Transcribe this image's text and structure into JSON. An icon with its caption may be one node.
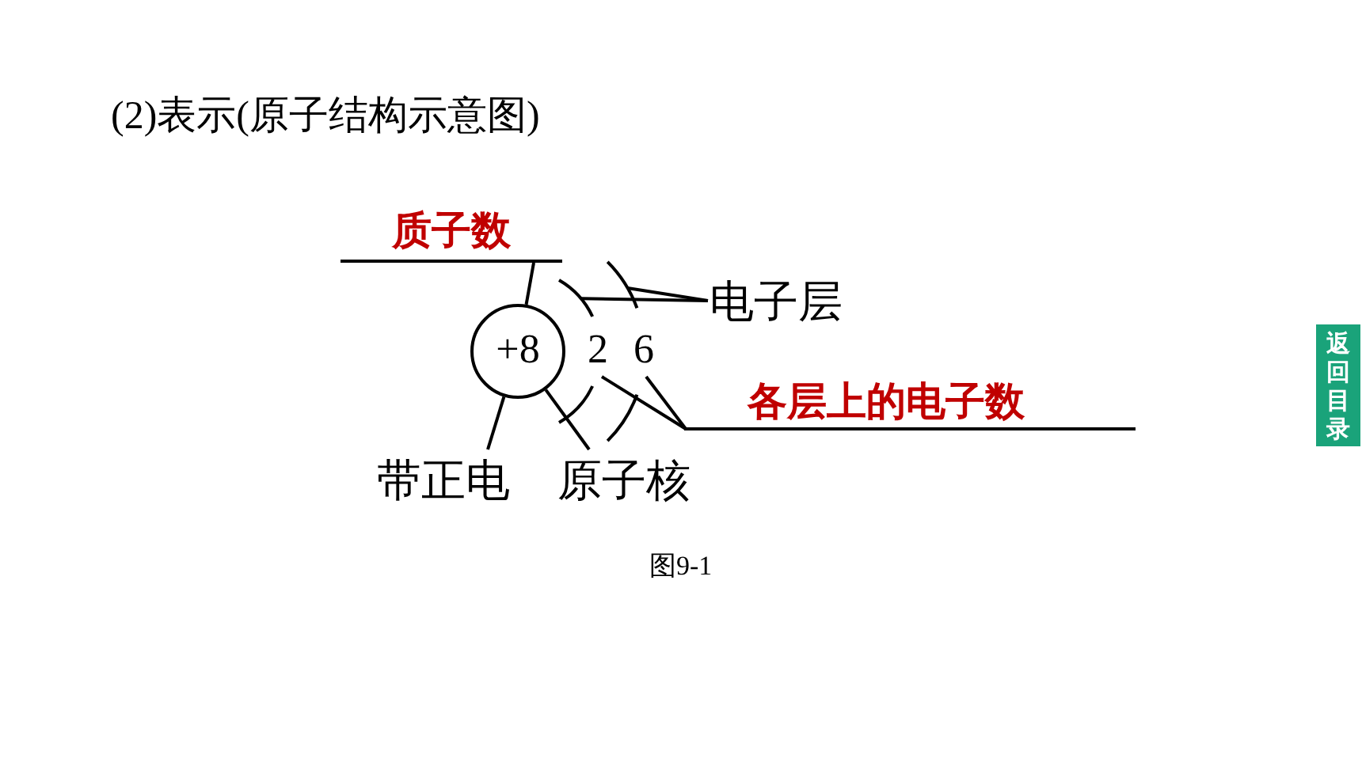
{
  "diagram": {
    "caption": "图9-1",
    "nodes": [
      {
        "text": [
          "质子数"
        ]
      },
      {
        "text": [
          "+8"
        ]
      },
      {
        "text": [
          "2"
        ]
      },
      {
        "text": [
          "6"
        ]
      },
      {
        "text": [],
        "shape": "arc"
      },
      {
        "text": [],
        "shape": "arc"
      },
      {
        "text": [
          "电子层"
        ]
      },
      {
        "text": [
          "各层上的电子数"
        ]
      },
      {
        "text": [
          "带正电"
        ]
      },
      {
        "text": [
          "原子核"
        ]
      }
    ],
    "edges": [
      {
        "from": 0,
        "to": 1,
        "arrow": "none"
      },
      {
        "from": 6,
        "to": 5,
        "arrow": "none"
      },
      {
        "from": 6,
        "to": 4,
        "arrow": "none"
      },
      {
        "from": 7,
        "to": 2,
        "arrow": "none"
      },
      {
        "from": 7,
        "to": 3,
        "arrow": "none"
      },
      {
        "from": 8,
        "to": 1,
        "arrow": "none"
      },
      {
        "from": 9,
        "to": 1,
        "arrow": "none"
      }
    ],
    "labels": [
      "(2)表示(原子结构示意图)",
      "返回目录"
    ]
  }
}
